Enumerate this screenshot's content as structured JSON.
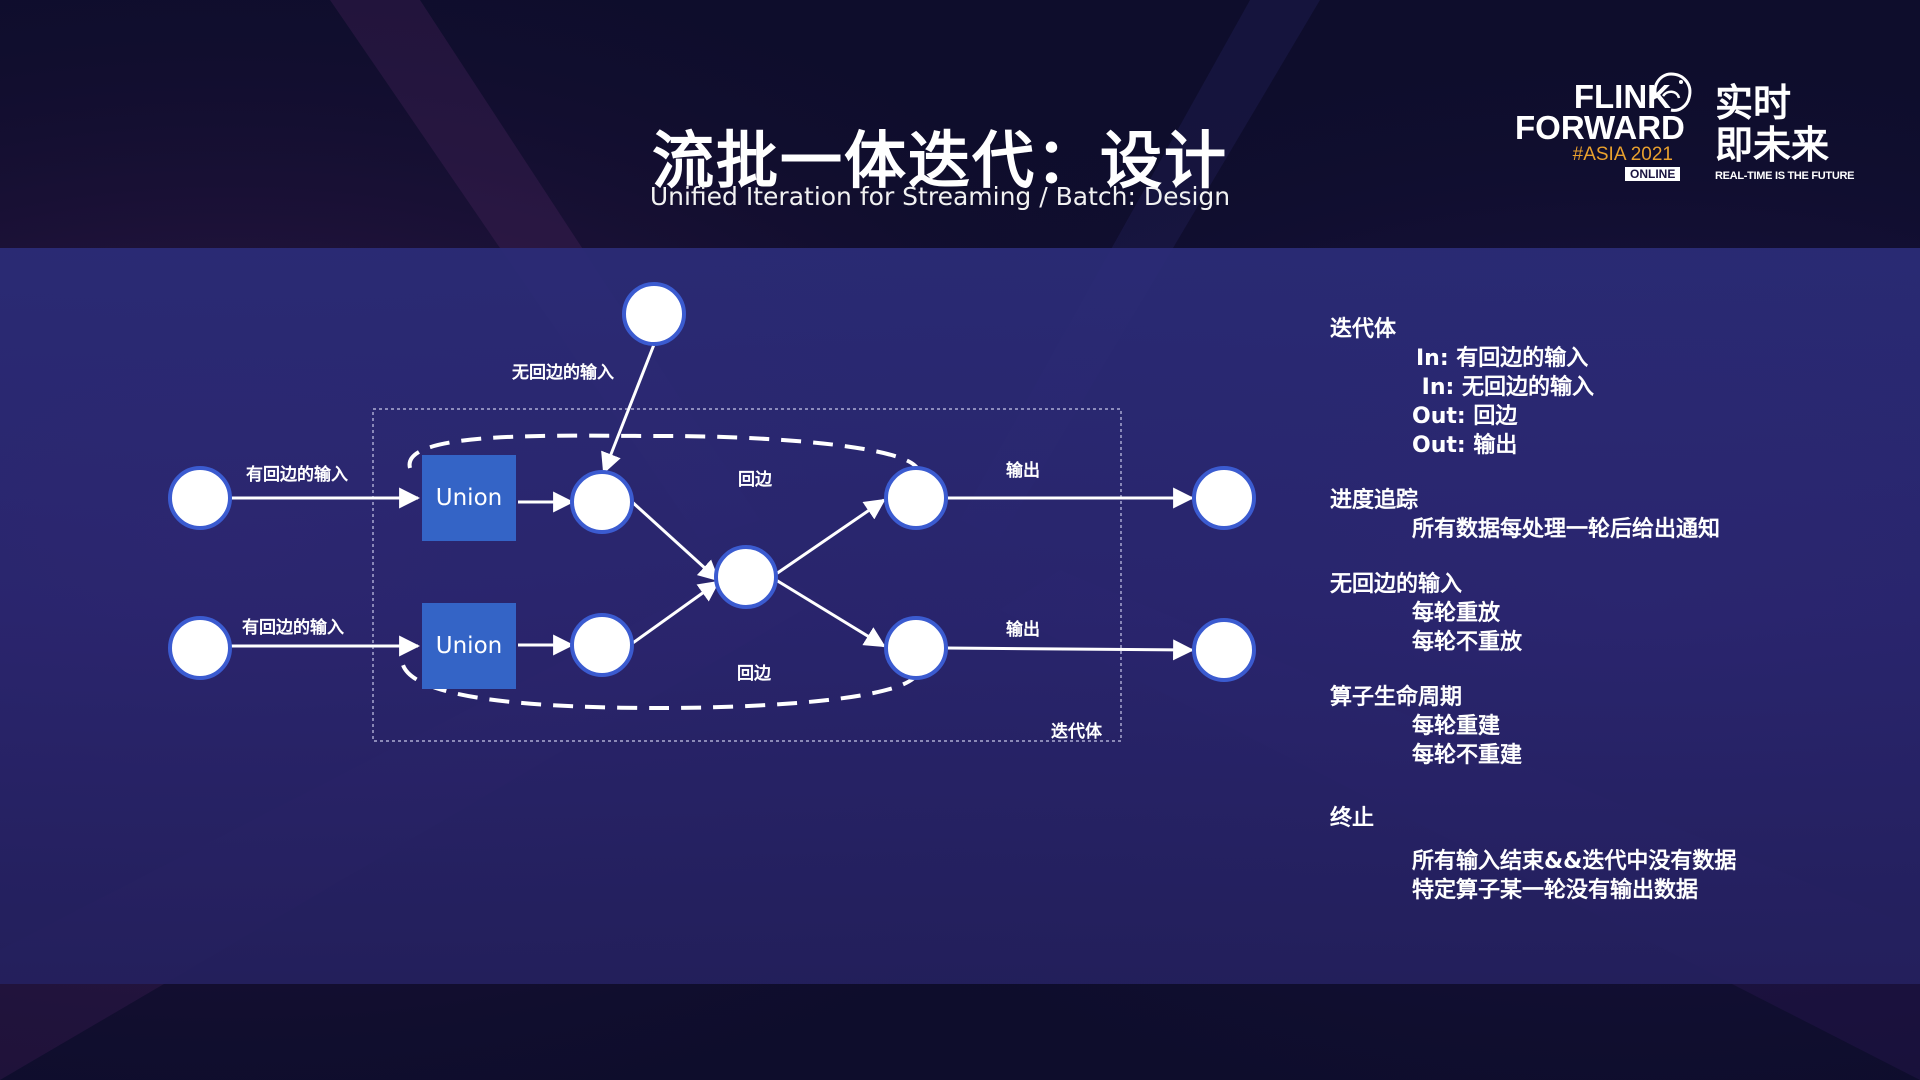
{
  "slide": {
    "title": "流批一体迭代：设计",
    "subtitle": "Unified Iteration for Streaming / Batch: Design"
  },
  "logo": {
    "en_line1": "FLINK",
    "en_line2": "FORWARD",
    "en_line3": "#ASIA 2021",
    "en_line4": "ONLINE",
    "cn_line1": "实时",
    "cn_line2": "即未来",
    "tagline": "REAL-TIME IS THE FUTURE"
  },
  "diagram": {
    "input_top_label": "有回边的输入",
    "input_bottom_label": "有回边的输入",
    "no_feedback_input_label": "无回边的输入",
    "union_top": "Union",
    "union_bottom": "Union",
    "feedback_top_label": "回边",
    "feedback_bottom_label": "回边",
    "output_top_label": "输出",
    "output_bottom_label": "输出",
    "iteration_body_label": "迭代体"
  },
  "notes": [
    {
      "heading": "迭代体",
      "items": [
        "In: 有回边的输入",
        " In: 无回边的输入",
        "Out: 回边",
        "Out: 输出"
      ]
    },
    {
      "heading": "进度追踪",
      "items": [
        "所有数据每处理一轮后给出通知"
      ]
    },
    {
      "heading": "无回边的输入",
      "items": [
        "每轮重放",
        "每轮不重放"
      ]
    },
    {
      "heading": "算子生命周期",
      "items": [
        "每轮重建",
        "每轮不重建"
      ]
    },
    {
      "heading": "终止",
      "items": [
        "所有输入结束&&迭代中没有数据",
        "特定算子某一轮没有输出数据"
      ]
    }
  ],
  "colors": {
    "band": "#2a2a72",
    "union_fill": "#3464c6",
    "node_stroke": "#3b5bd0",
    "logo_accent": "#e9a02d"
  }
}
